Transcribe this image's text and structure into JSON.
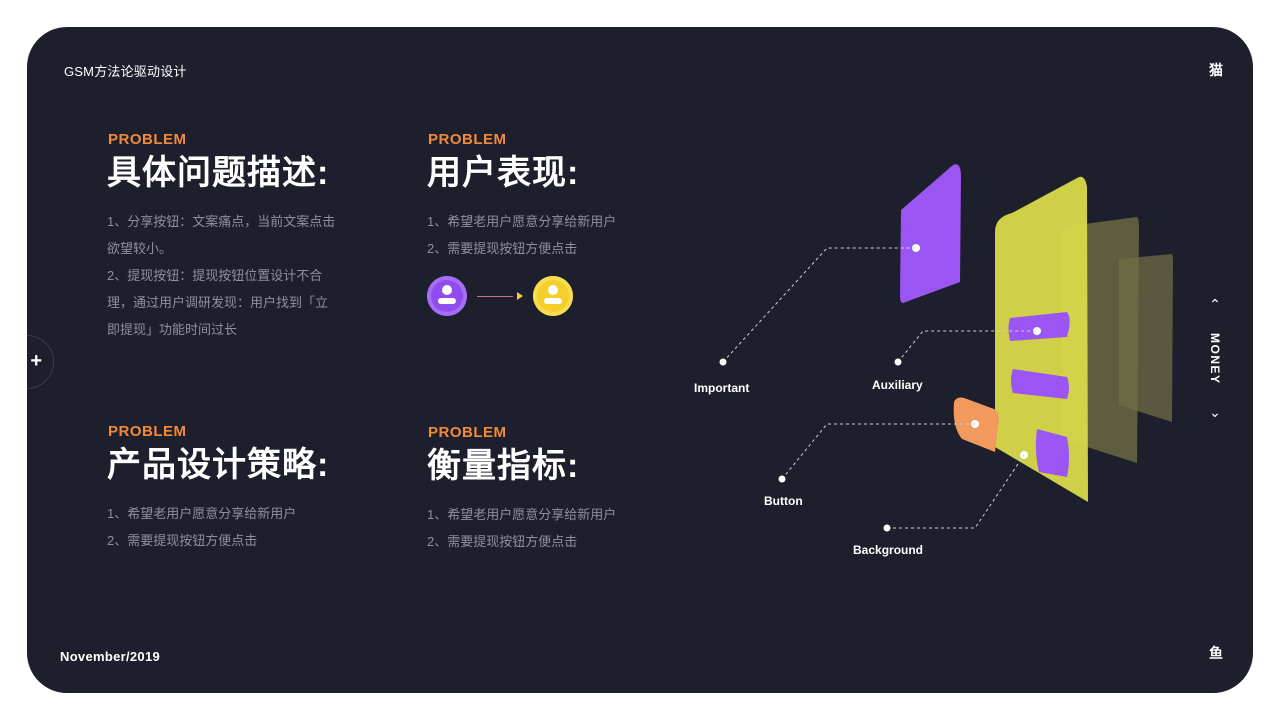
{
  "header": {
    "title": "GSM方法论驱动设计",
    "corner_top": "猫"
  },
  "footer": {
    "date": "November/2019",
    "corner_bottom": "鱼"
  },
  "side_button": {
    "label": "+"
  },
  "vertical_nav": {
    "up": "⌃",
    "label": "MONEY",
    "down": "⌄"
  },
  "sections": [
    {
      "eyebrow": "PROBLEM",
      "heading": "具体问题描述:",
      "lines": [
        "1、分享按钮：文案痛点，当前文案点击",
        "欲望较小。",
        "2、提现按钮：提现按钮位置设计不合",
        "理，通过用户调研发现：用户找到「立",
        "即提现」功能时间过长"
      ]
    },
    {
      "eyebrow": "PROBLEM",
      "heading": "用户表现:",
      "lines": [
        "1、希望老用户愿意分享给新用户",
        "2、需要提现按钮方便点击"
      ]
    },
    {
      "eyebrow": "PROBLEM",
      "heading": "产品设计策略:",
      "lines": [
        "1、希望老用户愿意分享给新用户",
        "2、需要提现按钮方便点击"
      ]
    },
    {
      "eyebrow": "PROBLEM",
      "heading": "衡量指标:",
      "lines": [
        "1、希望老用户愿意分享给新用户",
        "2、需要提现按钮方便点击"
      ]
    }
  ],
  "illustration": {
    "labels": {
      "important": "Important",
      "auxiliary": "Auxiliary",
      "button": "Button",
      "background": "Background"
    },
    "colors": {
      "purple": "#9b55f2",
      "yellow": "#d9d94a",
      "orange": "#f29a5e",
      "shadow_layer": "#6f6d45"
    }
  }
}
